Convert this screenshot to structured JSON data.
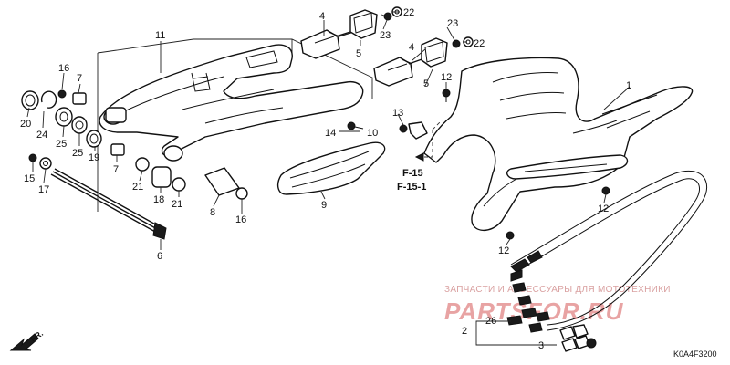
{
  "diagram": {
    "callouts": {
      "c1": "1",
      "c2": "2",
      "c3": "3",
      "c4a": "4",
      "c4b": "4",
      "c5a": "5",
      "c5b": "5",
      "c6": "6",
      "c7a": "7",
      "c7b": "7",
      "c8": "8",
      "c9": "9",
      "c10": "10",
      "c11": "11",
      "c12a": "12",
      "c12b": "12",
      "c12c": "12",
      "c13": "13",
      "c14": "14",
      "c15": "15",
      "c16a": "16",
      "c16b": "16",
      "c17": "17",
      "c18": "18",
      "c19": "19",
      "c20": "20",
      "c21a": "21",
      "c21b": "21",
      "c22a": "22",
      "c22b": "22",
      "c23a": "23",
      "c23b": "23",
      "c24": "24",
      "c25a": "25",
      "c25b": "25",
      "c26": "26"
    },
    "references": {
      "f15": "F-15",
      "f151": "F-15-1"
    },
    "direction_label": "FR.",
    "diagram_code": "K0A4F3200"
  },
  "watermark": {
    "tagline": "ЗАПЧАСТИ И АКСЕССУАРЫ ДЛЯ МОТОТЕХНИКИ",
    "brand": "PARTSFOR.RU"
  }
}
